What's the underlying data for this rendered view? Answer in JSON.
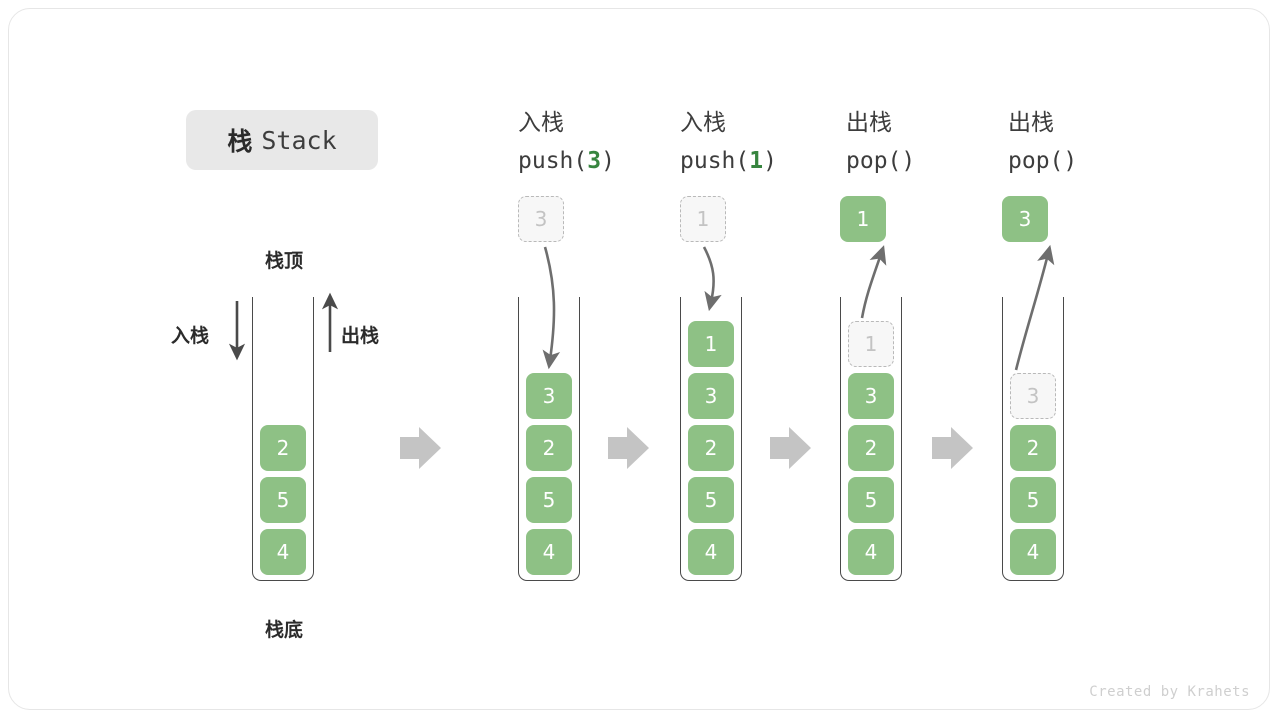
{
  "title": {
    "cn": "栈",
    "en": "Stack"
  },
  "labels": {
    "top": "栈顶",
    "bottom": "栈底",
    "push_side": "入栈",
    "pop_side": "出栈"
  },
  "footer": "Created by Krahets",
  "colors": {
    "cell_fill": "#8ec185",
    "cell_text": "#ffffff",
    "ghost_fill": "#f7f7f7",
    "ghost_border": "#b9b9b9",
    "ghost_text": "#c3c3c3",
    "accent_green": "#37853f",
    "tube_stroke": "#4a4a4a",
    "arrow_gray": "#c4c4c4",
    "curve_gray": "#6e6e6e",
    "title_bg": "#e8e8e8",
    "frame_border": "#e6e6e6"
  },
  "steps": [
    {
      "id": "initial",
      "caption_cn": "",
      "caption_code": "",
      "stack": [
        "2",
        "5",
        "4"
      ],
      "ghost_index": -1,
      "floating": null
    },
    {
      "id": "push-3",
      "caption_cn": "入栈",
      "caption_code_prefix": "push(",
      "caption_arg": "3",
      "caption_code_suffix": ")",
      "stack": [
        "3",
        "2",
        "5",
        "4"
      ],
      "ghost_index": -1,
      "floating": {
        "value": "3",
        "kind": "ghost",
        "direction": "down"
      }
    },
    {
      "id": "push-1",
      "caption_cn": "入栈",
      "caption_code_prefix": "push(",
      "caption_arg": "1",
      "caption_code_suffix": ")",
      "stack": [
        "1",
        "3",
        "2",
        "5",
        "4"
      ],
      "ghost_index": -1,
      "floating": {
        "value": "1",
        "kind": "ghost",
        "direction": "down"
      }
    },
    {
      "id": "pop-1",
      "caption_cn": "出栈",
      "caption_code_prefix": "pop(",
      "caption_arg": "",
      "caption_code_suffix": ")",
      "stack": [
        "1",
        "3",
        "2",
        "5",
        "4"
      ],
      "ghost_index": 0,
      "floating": {
        "value": "1",
        "kind": "solid",
        "direction": "up"
      }
    },
    {
      "id": "pop-3",
      "caption_cn": "出栈",
      "caption_code_prefix": "pop(",
      "caption_arg": "",
      "caption_code_suffix": ")",
      "stack": [
        "3",
        "2",
        "5",
        "4"
      ],
      "ghost_index": 0,
      "floating": {
        "value": "3",
        "kind": "solid",
        "direction": "up"
      }
    }
  ],
  "flow_arrows": 4
}
